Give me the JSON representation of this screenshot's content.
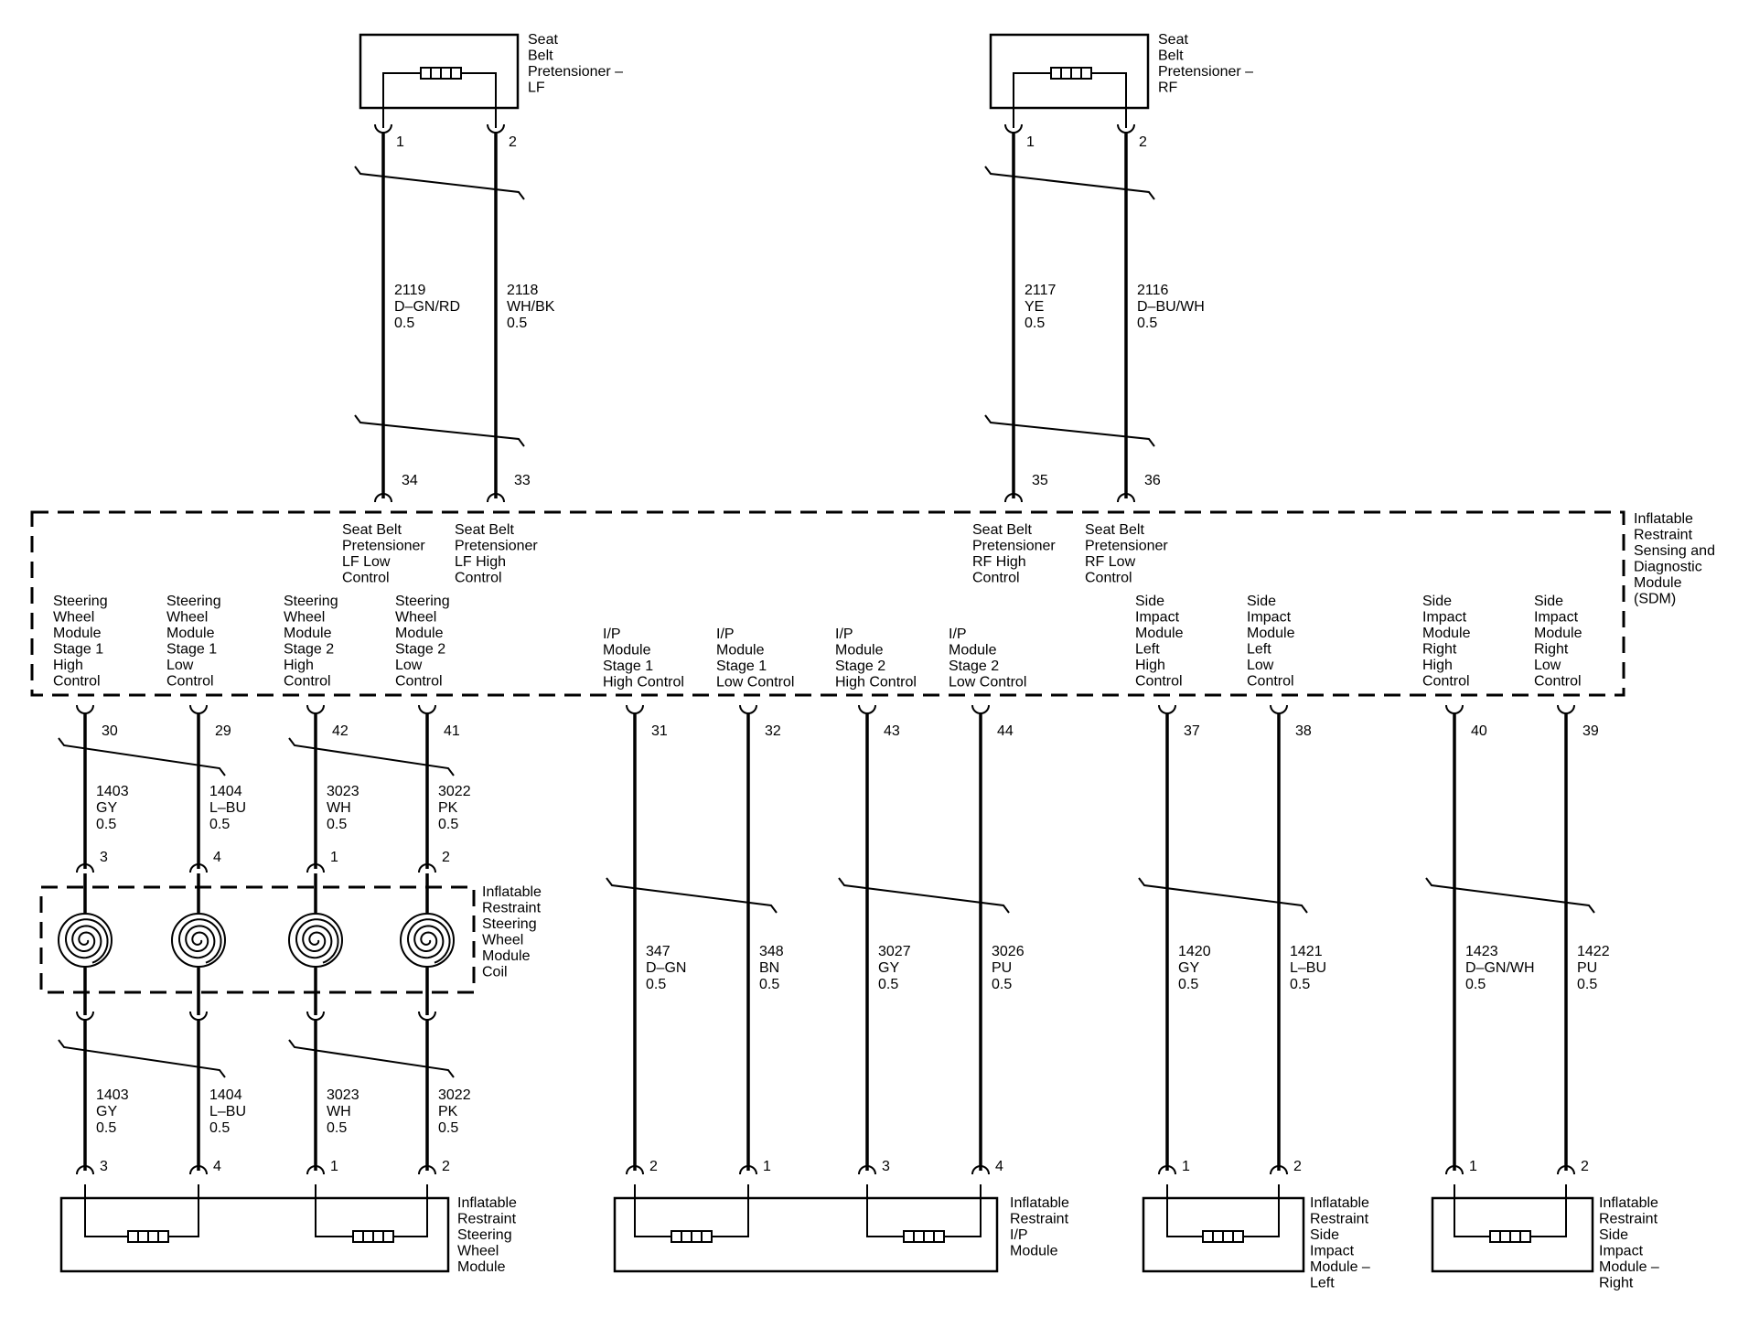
{
  "components": {
    "pretensioner_lf": {
      "label": [
        "Seat",
        "Belt",
        "Pretensioner –",
        "LF"
      ],
      "pins": [
        "1",
        "2"
      ]
    },
    "pretensioner_rf": {
      "label": [
        "Seat",
        "Belt",
        "Pretensioner –",
        "RF"
      ],
      "pins": [
        "1",
        "2"
      ]
    },
    "sdm": {
      "label": [
        "Inflatable",
        "Restraint",
        "Sensing and",
        "Diagnostic",
        "Module",
        "(SDM)"
      ]
    },
    "coil": {
      "label": [
        "Inflatable",
        "Restraint",
        "Steering",
        "Wheel",
        "Module",
        "Coil"
      ],
      "pins_top": [
        "3",
        "4",
        "1",
        "2"
      ]
    },
    "steering_wheel_module": {
      "label": [
        "Inflatable",
        "Restraint",
        "Steering",
        "Wheel",
        "Module"
      ],
      "pins": [
        "3",
        "4",
        "1",
        "2"
      ]
    },
    "ip_module": {
      "label": [
        "Inflatable",
        "Restraint",
        "I/P",
        "Module"
      ],
      "pins": [
        "2",
        "1",
        "3",
        "4"
      ]
    },
    "side_left": {
      "label": [
        "Inflatable",
        "Restraint",
        "Side",
        "Impact",
        "Module –",
        "Left"
      ],
      "pins": [
        "1",
        "2"
      ]
    },
    "side_right": {
      "label": [
        "Inflatable",
        "Restraint",
        "Side",
        "Impact",
        "Module –",
        "Right"
      ],
      "pins": [
        "1",
        "2"
      ]
    }
  },
  "sdm_top_pins": [
    {
      "pin": "34",
      "label": [
        "Seat Belt",
        "Pretensioner",
        "LF Low",
        "Control"
      ]
    },
    {
      "pin": "33",
      "label": [
        "Seat Belt",
        "Pretensioner",
        "LF High",
        "Control"
      ]
    },
    {
      "pin": "35",
      "label": [
        "Seat Belt",
        "Pretensioner",
        "RF High",
        "Control"
      ]
    },
    {
      "pin": "36",
      "label": [
        "Seat Belt",
        "Pretensioner",
        "RF Low",
        "Control"
      ]
    }
  ],
  "sdm_bottom_pins": [
    {
      "pin": "30",
      "label": [
        "Steering",
        "Wheel",
        "Module",
        "Stage 1",
        "High",
        "Control"
      ]
    },
    {
      "pin": "29",
      "label": [
        "Steering",
        "Wheel",
        "Module",
        "Stage 1",
        "Low",
        "Control"
      ]
    },
    {
      "pin": "42",
      "label": [
        "Steering",
        "Wheel",
        "Module",
        "Stage 2",
        "High",
        "Control"
      ]
    },
    {
      "pin": "41",
      "label": [
        "Steering",
        "Wheel",
        "Module",
        "Stage 2",
        "Low",
        "Control"
      ]
    },
    {
      "pin": "31",
      "label": [
        "I/P",
        "Module",
        "Stage 1",
        "High Control"
      ]
    },
    {
      "pin": "32",
      "label": [
        "I/P",
        "Module",
        "Stage 1",
        "Low Control"
      ]
    },
    {
      "pin": "43",
      "label": [
        "I/P",
        "Module",
        "Stage 2",
        "High Control"
      ]
    },
    {
      "pin": "44",
      "label": [
        "I/P",
        "Module",
        "Stage 2",
        "Low Control"
      ]
    },
    {
      "pin": "37",
      "label": [
        "Side",
        "Impact",
        "Module",
        "Left",
        "High",
        "Control"
      ]
    },
    {
      "pin": "38",
      "label": [
        "Side",
        "Impact",
        "Module",
        "Left",
        "Low",
        "Control"
      ]
    },
    {
      "pin": "40",
      "label": [
        "Side",
        "Impact",
        "Module",
        "Right",
        "High",
        "Control"
      ]
    },
    {
      "pin": "39",
      "label": [
        "Side",
        "Impact",
        "Module",
        "Right",
        "Low",
        "Control"
      ]
    }
  ],
  "wires_top": [
    {
      "circuit": "2119",
      "color": "D–GN/RD",
      "gauge": "0.5"
    },
    {
      "circuit": "2118",
      "color": "WH/BK",
      "gauge": "0.5"
    },
    {
      "circuit": "2117",
      "color": "YE",
      "gauge": "0.5"
    },
    {
      "circuit": "2116",
      "color": "D–BU/WH",
      "gauge": "0.5"
    }
  ],
  "wires_steering_upper": [
    {
      "circuit": "1403",
      "color": "GY",
      "gauge": "0.5"
    },
    {
      "circuit": "1404",
      "color": "L–BU",
      "gauge": "0.5"
    },
    {
      "circuit": "3023",
      "color": "WH",
      "gauge": "0.5"
    },
    {
      "circuit": "3022",
      "color": "PK",
      "gauge": "0.5"
    }
  ],
  "wires_steering_lower": [
    {
      "circuit": "1403",
      "color": "GY",
      "gauge": "0.5"
    },
    {
      "circuit": "1404",
      "color": "L–BU",
      "gauge": "0.5"
    },
    {
      "circuit": "3023",
      "color": "WH",
      "gauge": "0.5"
    },
    {
      "circuit": "3022",
      "color": "PK",
      "gauge": "0.5"
    }
  ],
  "wires_right": [
    {
      "circuit": "347",
      "color": "D–GN",
      "gauge": "0.5"
    },
    {
      "circuit": "348",
      "color": "BN",
      "gauge": "0.5"
    },
    {
      "circuit": "3027",
      "color": "GY",
      "gauge": "0.5"
    },
    {
      "circuit": "3026",
      "color": "PU",
      "gauge": "0.5"
    },
    {
      "circuit": "1420",
      "color": "GY",
      "gauge": "0.5"
    },
    {
      "circuit": "1421",
      "color": "L–BU",
      "gauge": "0.5"
    },
    {
      "circuit": "1423",
      "color": "D–GN/WH",
      "gauge": "0.5"
    },
    {
      "circuit": "1422",
      "color": "PU",
      "gauge": "0.5"
    }
  ]
}
